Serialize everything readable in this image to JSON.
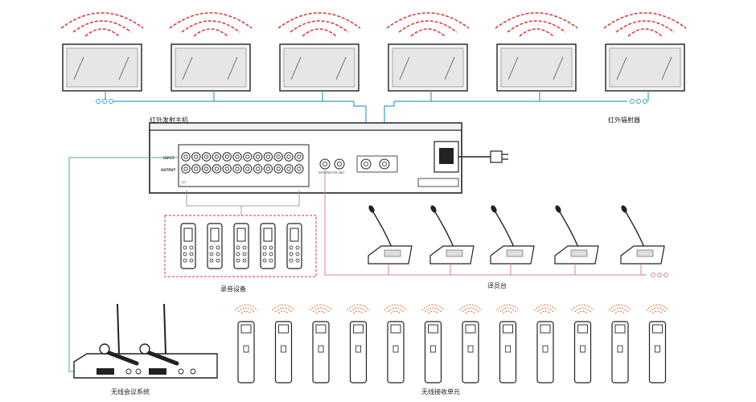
{
  "labels": {
    "transmitter_title": "红外发射主机",
    "radiators": "红外辐射器",
    "recording": "录音设备",
    "interpreter_stations": "译员台",
    "wireless_conference": "无线会议系统",
    "receivers": "无线接收单元"
  },
  "panel_text": {
    "input": "INPUT",
    "output": "OUTPUT",
    "interpreter_unit": "INTERPRETER UNIT",
    "channel_label": "CH"
  },
  "counts": {
    "radiators": 6,
    "recorders": 5,
    "interpreter_stations": 5,
    "receivers": 12,
    "panel_jacks_per_row": 12
  },
  "colors": {
    "signal_line_blue": "#3aa0c8",
    "pink_line": "#e07aa8",
    "green_line": "#4caf88",
    "wave_red": "#e03030",
    "wave_orange": "#e06a30",
    "dashed_box_red": "#e03030",
    "outline_dark": "#222222"
  },
  "icons": {
    "radiator": "ir-radiator-icon",
    "recorder": "recorder-icon",
    "interpreter": "interpreter-microphone-icon",
    "receiver": "ir-receiver-icon",
    "wireless_base": "wireless-mic-base-icon",
    "power_plug": "power-plug-icon"
  }
}
